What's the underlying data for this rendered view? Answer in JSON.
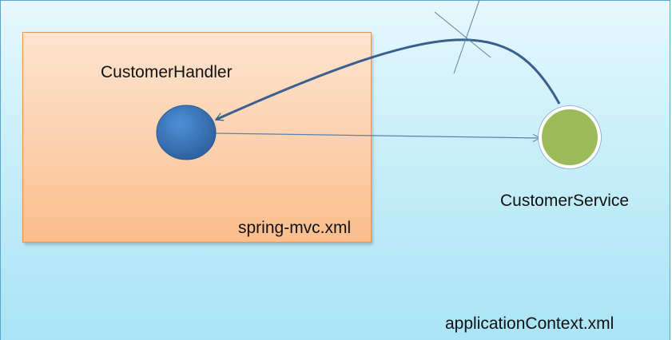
{
  "labels": {
    "customer_handler": "CustomerHandler",
    "spring_mvc_xml": "spring-mvc.xml",
    "customer_service": "CustomerService",
    "application_context_xml": "applicationContext.xml"
  },
  "colors": {
    "handler_node": "#3a78c4",
    "service_node": "#9bbb59",
    "arrow": "#3a5f8f"
  }
}
